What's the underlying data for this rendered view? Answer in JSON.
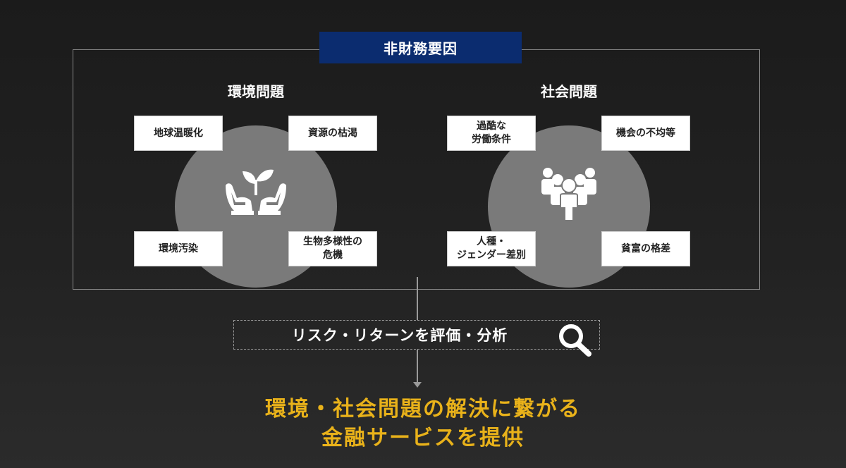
{
  "banner": "非財務要因",
  "environment": {
    "heading": "環境問題",
    "icon": "plant-in-hands-icon",
    "items": [
      "地球温暖化",
      "資源の枯渇",
      "環境汚染",
      "生物多様性の\n危機"
    ]
  },
  "social": {
    "heading": "社会問題",
    "icon": "people-group-icon",
    "items": [
      "過酷な\n労働条件",
      "機会の不均等",
      "人種・\nジェンダー差別",
      "貧富の格差"
    ]
  },
  "analysis": {
    "label": "リスク・リターンを評価・分析",
    "icon": "search-icon"
  },
  "conclusion": {
    "line1": "環境・社会問題の解決に繋がる",
    "line2": "金融サービスを提供"
  },
  "colors": {
    "banner": "#0b2c6f",
    "conclusion": "#e9b21a",
    "circle": "#7a7a7a"
  }
}
